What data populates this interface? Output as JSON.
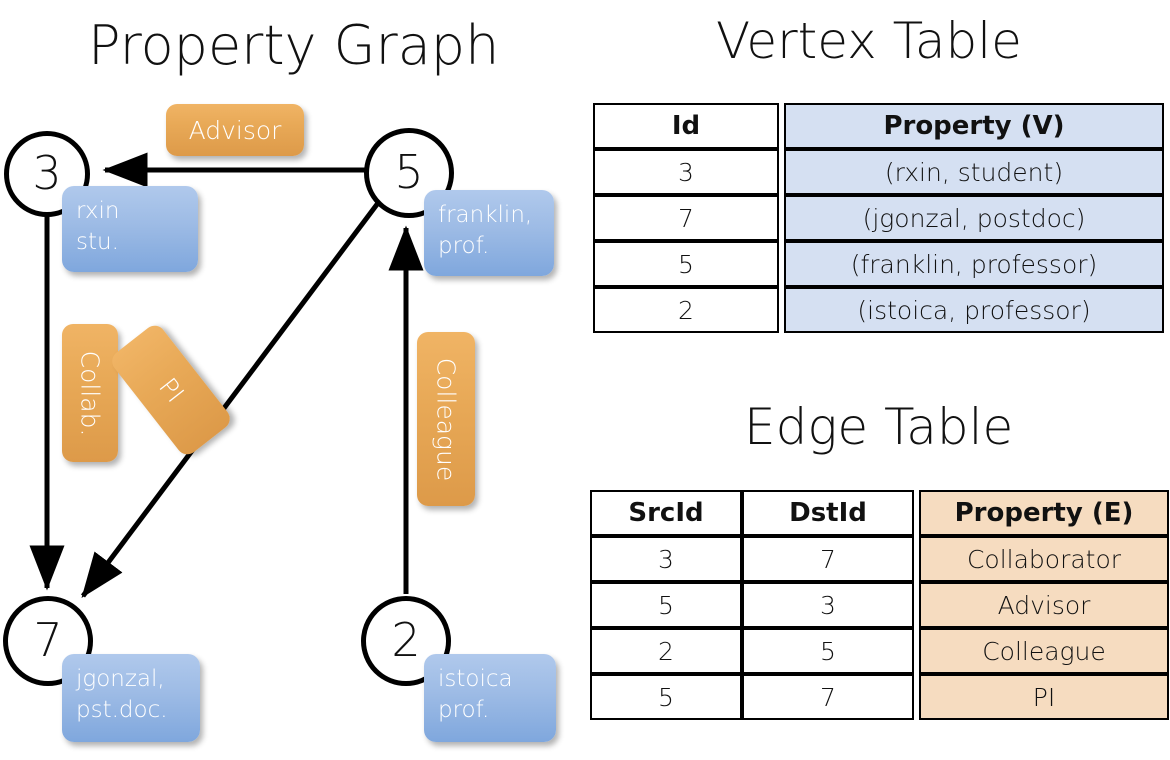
{
  "titles": {
    "property_graph": "Property Graph",
    "vertex_table": "Vertex Table",
    "edge_table": "Edge Table"
  },
  "colors": {
    "node_stroke": "#000000",
    "vertex_prop_fill": "#d5e0f2",
    "edge_prop_fill": "#f6dcc0",
    "node_box_blue": "#9dbbe5",
    "edge_label_orange": "#e8a957",
    "background": "#ffffff"
  },
  "graph": {
    "nodes": [
      {
        "id": "3",
        "label": "3",
        "property_line1": "rxin",
        "property_line2": "stu."
      },
      {
        "id": "5",
        "label": "5",
        "property_line1": "franklin,",
        "property_line2": "prof."
      },
      {
        "id": "7",
        "label": "7",
        "property_line1": "jgonzal,",
        "property_line2": "pst.doc."
      },
      {
        "id": "2",
        "label": "2",
        "property_line1": "istoica",
        "property_line2": "prof."
      }
    ],
    "edges": [
      {
        "src": "5",
        "dst": "3",
        "label": "Advisor"
      },
      {
        "src": "3",
        "dst": "7",
        "label": "Collab."
      },
      {
        "src": "5",
        "dst": "7",
        "label": "PI"
      },
      {
        "src": "2",
        "dst": "5",
        "label": "Colleague"
      }
    ]
  },
  "vertex_table": {
    "headers": [
      "Id",
      "Property (V)"
    ],
    "rows": [
      {
        "id": "3",
        "property": "(rxin, student)"
      },
      {
        "id": "7",
        "property": "(jgonzal, postdoc)"
      },
      {
        "id": "5",
        "property": "(franklin, professor)"
      },
      {
        "id": "2",
        "property": "(istoica, professor)"
      }
    ]
  },
  "edge_table": {
    "headers": [
      "SrcId",
      "DstId",
      "Property (E)"
    ],
    "rows": [
      {
        "src": "3",
        "dst": "7",
        "property": "Collaborator"
      },
      {
        "src": "5",
        "dst": "3",
        "property": "Advisor"
      },
      {
        "src": "2",
        "dst": "5",
        "property": "Colleague"
      },
      {
        "src": "5",
        "dst": "7",
        "property": "PI"
      }
    ]
  }
}
